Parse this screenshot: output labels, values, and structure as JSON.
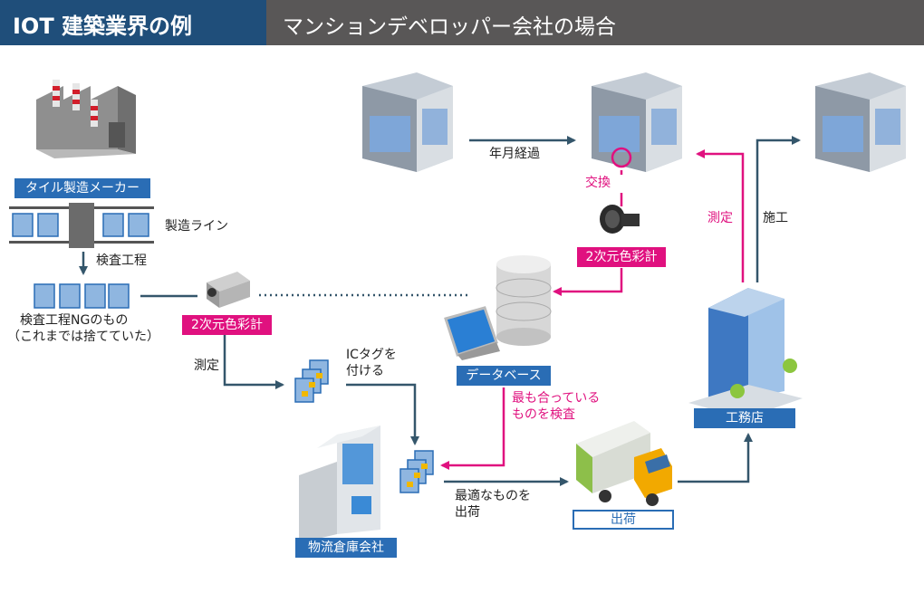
{
  "header": {
    "title": "IOT 建築業界の例",
    "subtitle": "マンションデベロッパー会社の場合"
  },
  "nodes": {
    "tile_maker": "タイル製造メーカー",
    "production_line": "製造ライン",
    "inspection_process": "検査工程",
    "rejected_line1": "検査工程NGのもの",
    "rejected_line2": "（これまでは捨てていた）",
    "colorimeter_left": "2次元色彩計",
    "measurement_left": "測定",
    "ic_tag_line1": "ICタグを",
    "ic_tag_line2": "付ける",
    "database": "データベース",
    "best_match_line1": "最も合っている",
    "best_match_line2": "ものを検査",
    "colorimeter_top": "2次元色彩計",
    "exchange": "交換",
    "years_pass": "年月経過",
    "measurement_right": "測定",
    "construction": "施工",
    "contractor": "工務店",
    "warehouse": "物流倉庫会社",
    "optimal_line1": "最適なものを",
    "optimal_line2": "出荷",
    "shipping": "出荷"
  },
  "colors": {
    "header_left": "#1f4e7a",
    "header_right": "#595757",
    "arrow_dark": "#34566b",
    "arrow_pink": "#e0117f",
    "label_blue": "#2a6db5"
  }
}
